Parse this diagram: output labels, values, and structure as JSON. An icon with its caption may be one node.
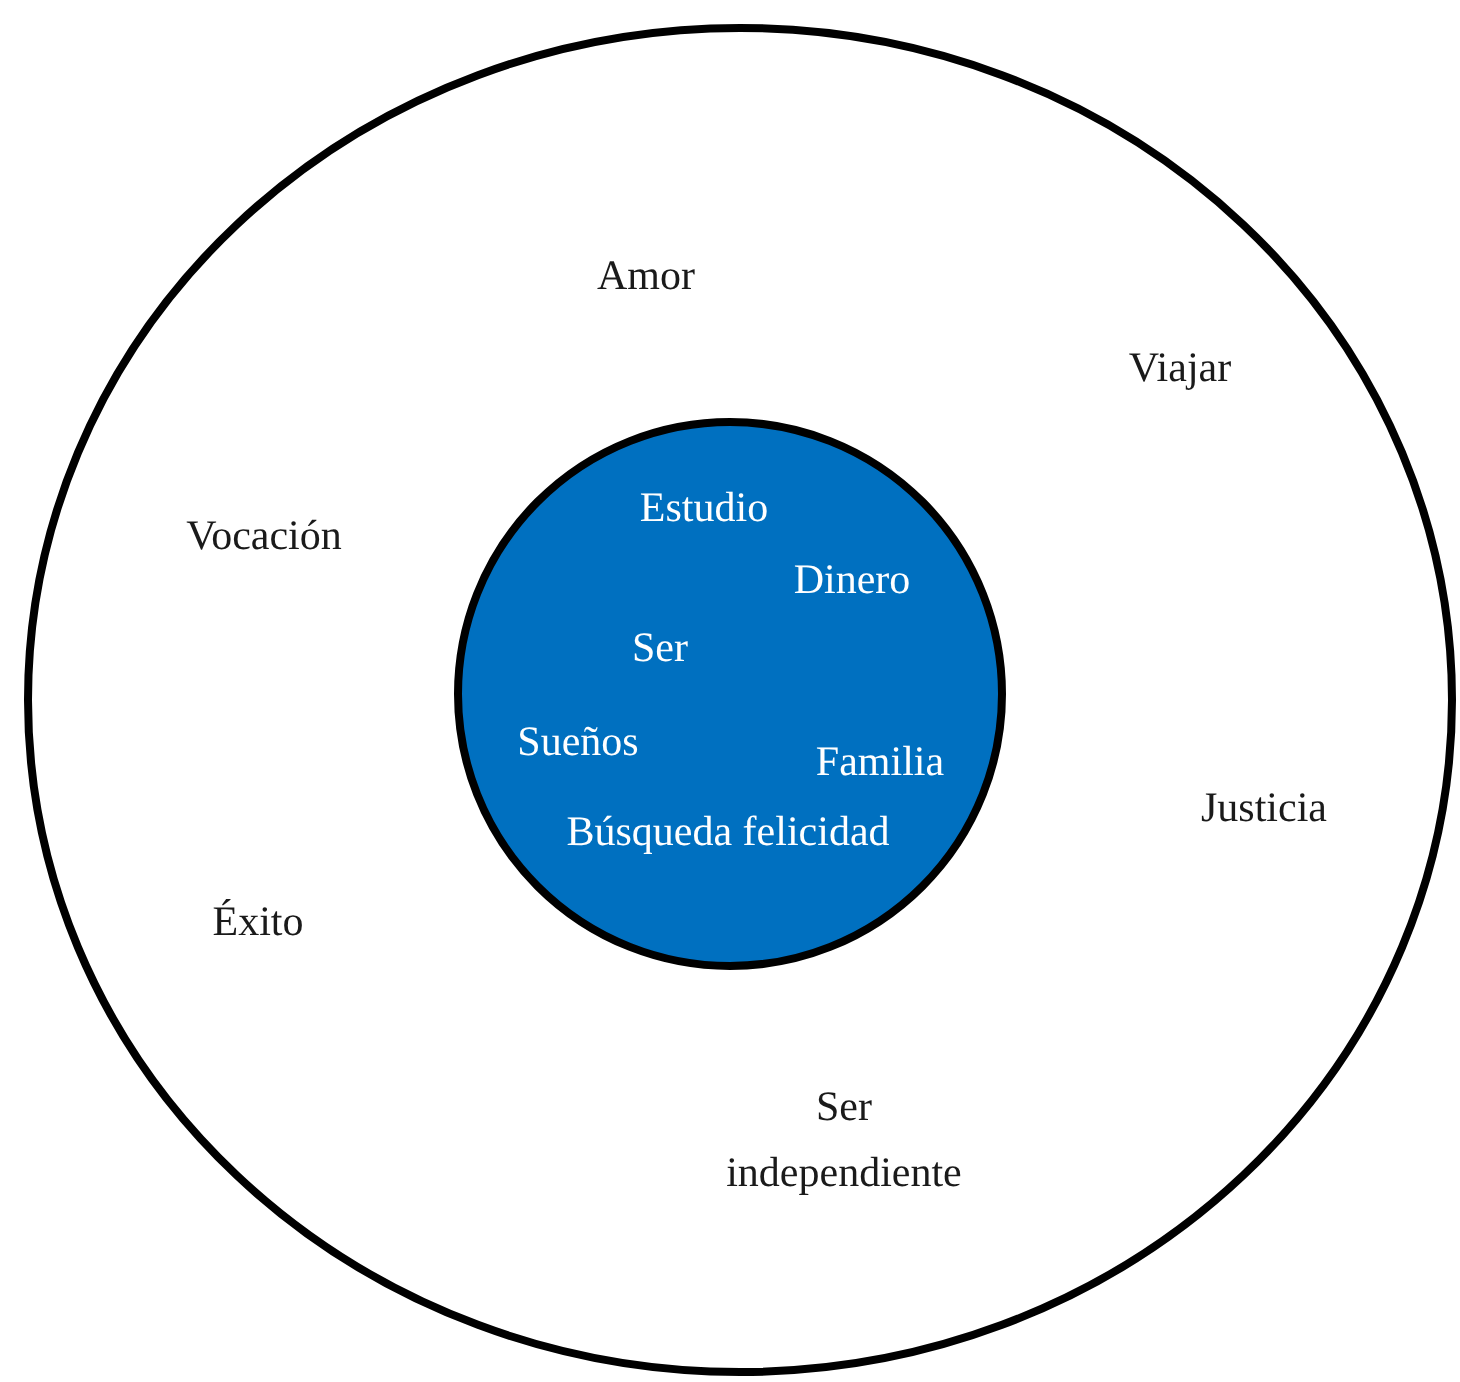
{
  "diagram": {
    "nodes": [
      {
        "text": [
          "Amor",
          "Viajar",
          "Vocación",
          "Justicia",
          "Éxito",
          "Ser independiente"
        ]
      },
      {
        "text": [
          "Estudio",
          "Dinero",
          "Ser",
          "Sueños",
          "Familia",
          "Búsqueda felicidad"
        ],
        "in": 0
      }
    ]
  }
}
